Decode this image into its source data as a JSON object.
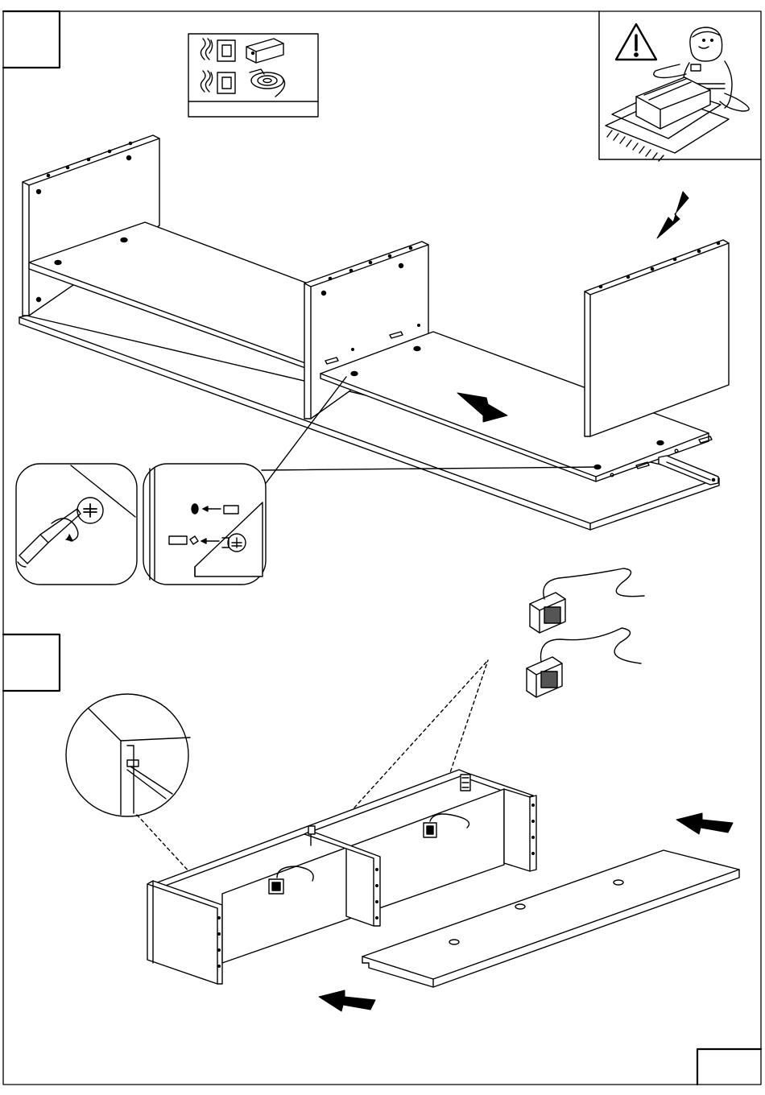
{
  "page": {
    "steps": [
      {
        "step_number": ""
      },
      {
        "step_number": ""
      }
    ],
    "page_number": ""
  },
  "icons": {
    "hardware_box": "parts-pictograms",
    "safety_notice": "warning-triangle-with-worker-on-carpet",
    "arrows": [
      "insert-arrow-down-left",
      "push-arrow-right",
      "insert-arrow-left",
      "insert-arrow-left",
      "insert-arrow-up-right"
    ],
    "detail_circles": [
      "screwdriver-turning-cam-lock",
      "dowel-and-cam-insertion",
      "corner-joint-detail"
    ],
    "accessories": [
      "ventilation-grille-with-cable",
      "ventilation-grille-with-cable"
    ]
  },
  "colors": {
    "line": "#000000",
    "background": "#ffffff"
  }
}
